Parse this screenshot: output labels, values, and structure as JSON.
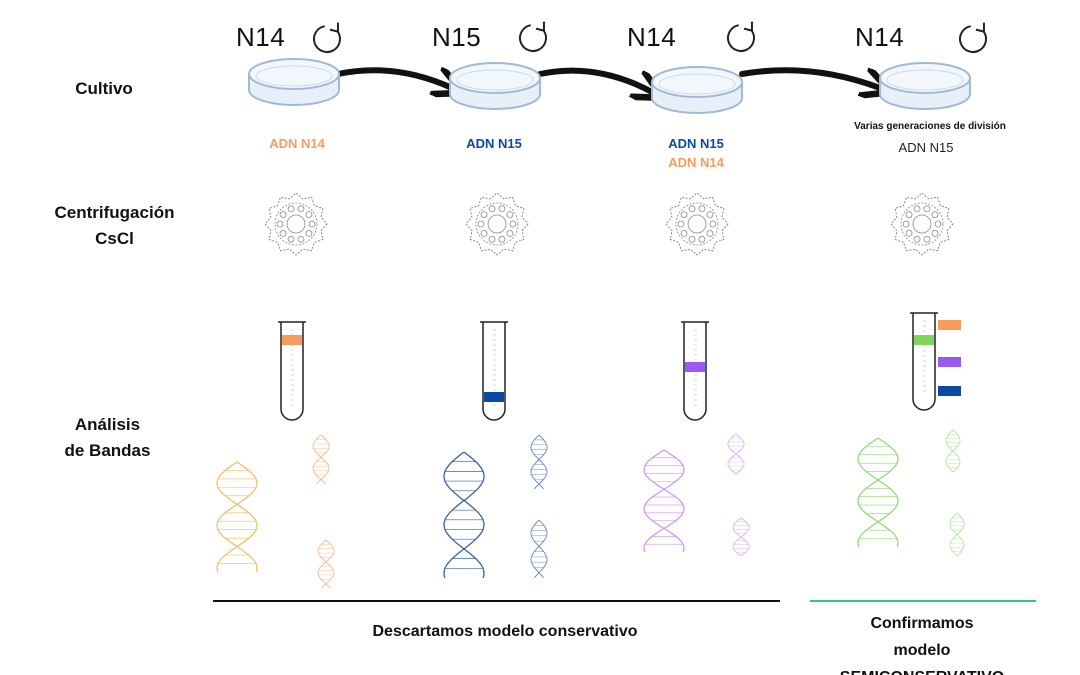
{
  "colors": {
    "n14": "#f79b5e",
    "n15": "#0b4aa2",
    "hybrid": "#9b59f0",
    "semiconservative": "#7fd65b",
    "dish": "#9fb9d6",
    "arrow": "#111111",
    "line_conservative": "#111111",
    "line_semiconservative": "#2ecc71",
    "dna_orange": "#f5b042",
    "dna_blue": "#2e5aa8",
    "dna_purple": "#c77df0",
    "dna_green": "#7fd65b"
  },
  "row_labels": {
    "cultivo": "Cultivo",
    "centrifugacion_line1": "Centrifugación",
    "centrifugacion_line2": "CsCl",
    "analisis_line1": "Análisis",
    "analisis_line2": "de Bandas"
  },
  "columns": [
    {
      "medium": "N14",
      "dna_lines": [
        {
          "text": "ADN N14",
          "color": "n14"
        }
      ],
      "tube_band": "n14"
    },
    {
      "medium": "N15",
      "dna_lines": [
        {
          "text": "ADN N15",
          "color": "n15"
        }
      ],
      "tube_band": "n15"
    },
    {
      "medium": "N14",
      "dna_lines": [
        {
          "text": "ADN N15",
          "color": "n15"
        },
        {
          "text": "ADN N14",
          "color": "n14"
        }
      ],
      "tube_band": "hybrid"
    },
    {
      "medium": "N14",
      "note": "Varias generaciones de división",
      "dna_plain": "ADN N15",
      "tube_band": "semiconservative"
    }
  ],
  "icons": {
    "cycle": "refresh-icon",
    "centrifuge": "centrifuge-gear-icon",
    "dish": "petri-dish-icon",
    "tube": "test-tube-icon",
    "dna": "dna-helix-icon"
  },
  "conclusions": {
    "conservative": "Descartamos modelo conservativo",
    "semi_line1": "Confirmamos",
    "semi_line2": "modelo",
    "semi_line3": "SEMICONSERVATIVO"
  }
}
